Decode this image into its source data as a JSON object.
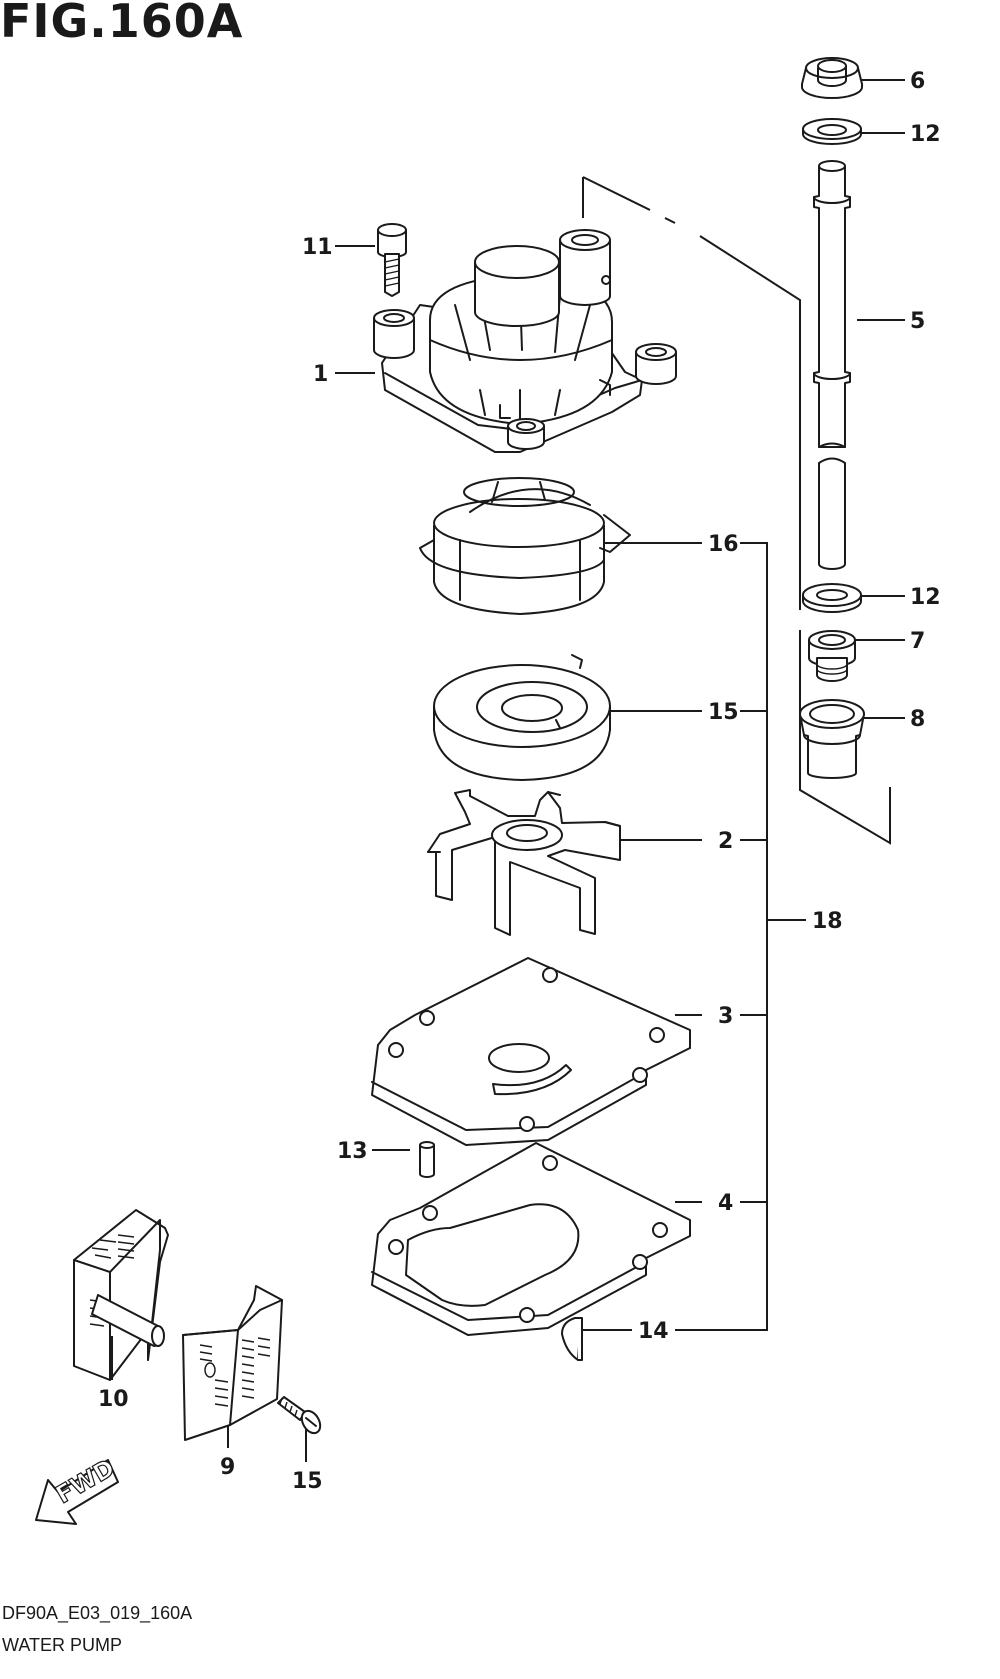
{
  "figure": {
    "title": "FIG.160A",
    "code": "DF90A_E03_019_160A",
    "name": "WATER PUMP"
  },
  "fwd_arrow": {
    "label": "FWD"
  },
  "callouts": [
    {
      "id": "c1",
      "label": "1"
    },
    {
      "id": "c2",
      "label": "2"
    },
    {
      "id": "c3",
      "label": "3"
    },
    {
      "id": "c4",
      "label": "4"
    },
    {
      "id": "c5",
      "label": "5"
    },
    {
      "id": "c6",
      "label": "6"
    },
    {
      "id": "c7",
      "label": "7"
    },
    {
      "id": "c8",
      "label": "8"
    },
    {
      "id": "c9",
      "label": "9"
    },
    {
      "id": "c10",
      "label": "10"
    },
    {
      "id": "c11",
      "label": "11"
    },
    {
      "id": "c12a",
      "label": "12"
    },
    {
      "id": "c12b",
      "label": "12"
    },
    {
      "id": "c13",
      "label": "13"
    },
    {
      "id": "c14",
      "label": "14"
    },
    {
      "id": "c15",
      "label": "15"
    },
    {
      "id": "c16",
      "label": "16"
    },
    {
      "id": "c17",
      "label": "17"
    },
    {
      "id": "c18",
      "label": "18"
    }
  ]
}
